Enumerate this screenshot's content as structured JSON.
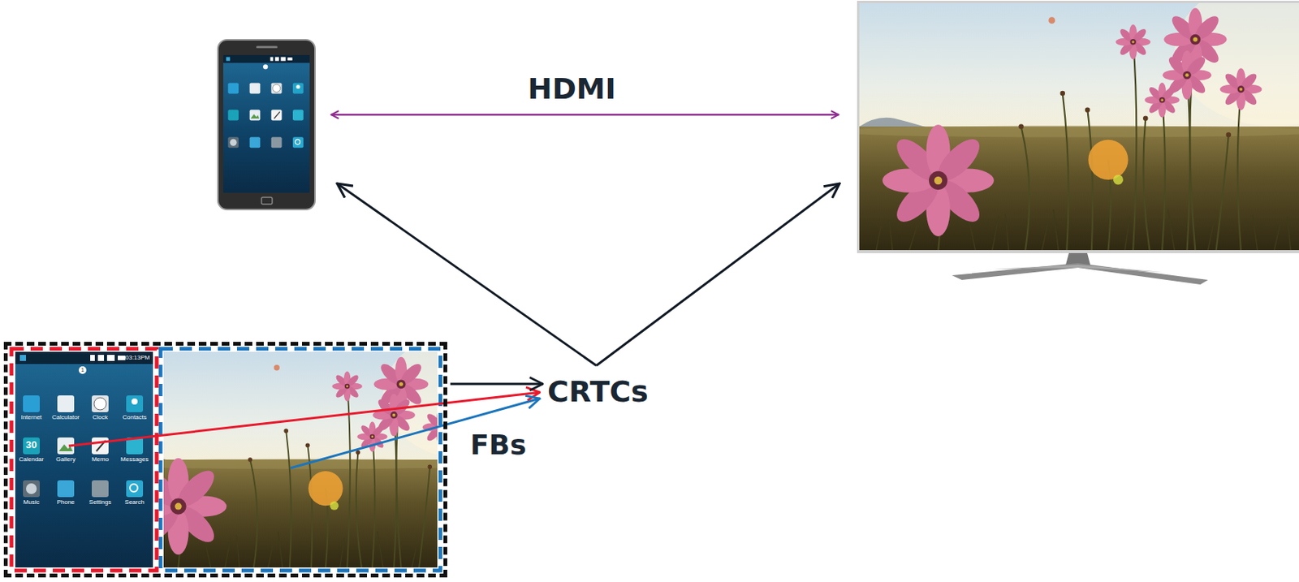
{
  "diagram": {
    "nodes": [
      {
        "text": [
          "FBs"
        ]
      },
      {
        "text": [
          "CRTCs"
        ]
      }
    ],
    "edges": [
      {
        "from": 0,
        "to": 1,
        "arrow": "to"
      }
    ],
    "labels": [
      "HDMI",
      "03:13PM",
      "1",
      "Internet",
      "Calculator",
      "Clock",
      "Contacts",
      "30",
      "Calendar",
      "Gallery",
      "Memo",
      "Messages",
      "Music",
      "Phone",
      "Settings",
      "Search"
    ]
  }
}
